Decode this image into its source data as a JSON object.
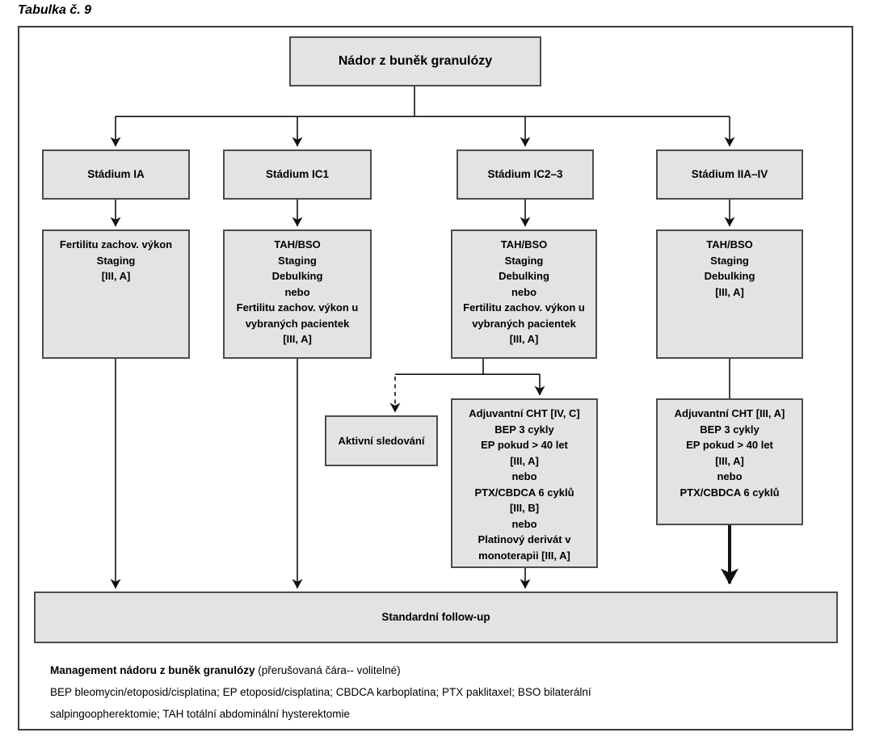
{
  "title": "Tabulka č. 9",
  "colors": {
    "background": "#ffffff",
    "box_fill": "#e3e3e3",
    "box_border": "#4b4b4b",
    "frame_border": "#3c3c3c",
    "line": "#111111",
    "text": "#000000"
  },
  "flowchart": {
    "root": {
      "label": "Nádor z buněk granulózy"
    },
    "columns": [
      {
        "stage": "Stádium IA",
        "surgery": [
          "Fertilitu zachov. výkon",
          "Staging",
          "[III, A]"
        ]
      },
      {
        "stage": "Stádium IC1",
        "surgery": [
          "TAH/BSO",
          "Staging",
          "Debulking",
          "nebo",
          "Fertilitu zachov. výkon u",
          "vybraných pacientek",
          "[III, A]"
        ]
      },
      {
        "stage": "Stádium IC2–3",
        "surgery": [
          "TAH/BSO",
          "Staging",
          "Debulking",
          "nebo",
          "Fertilitu zachov. výkon u",
          "vybraných pacientek",
          "[III, A]"
        ],
        "observation": "Aktivní sledování",
        "adjuvant": [
          "Adjuvantní CHT [IV, C]",
          "BEP 3 cykly",
          "EP pokud > 40 let",
          "[III, A]",
          "nebo",
          "PTX/CBDCA 6 cyklů",
          "[III, B]",
          "nebo",
          "Platinový derivát v",
          "monoterapii [III, A]"
        ]
      },
      {
        "stage": "Stádium IIA–IV",
        "surgery": [
          "TAH/BSO",
          "Staging",
          "Debulking",
          "[III, A]"
        ],
        "adjuvant": [
          "Adjuvantní CHT [III, A]",
          "BEP 3 cykly",
          "EP pokud > 40 let",
          "[III, A]",
          "nebo",
          "PTX/CBDCA 6 cyklů"
        ]
      }
    ],
    "followup": "Standardní follow-up"
  },
  "footer": {
    "legend_bold": "Management nádoru z buněk granulózy",
    "legend_rest": " (přerušovaná čára-- volitelné)",
    "abbreviations_line1": "BEP bleomycin/etoposid/cisplatina; EP etoposid/cisplatina; CBDCA karboplatina; PTX paklitaxel; BSO bilaterální",
    "abbreviations_line2": "salpingoopherektomie; TAH totální abdominální hysterektomie"
  }
}
